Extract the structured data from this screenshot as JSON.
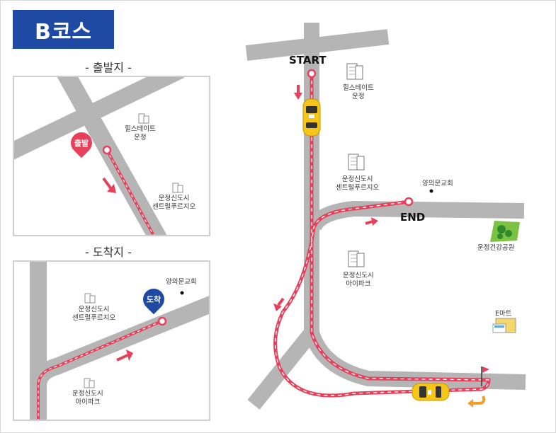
{
  "course_title": "B코스",
  "start_section": {
    "title": "- 출발지 -",
    "pin_label": "출발",
    "pin_color": "#e8405a",
    "building1": "힐스테이트\n운정",
    "building2": "운정신도시\n센트럴푸르지오"
  },
  "arrival_section": {
    "title": "- 도착지 -",
    "pin_label": "도착",
    "pin_color": "#1f4aa3",
    "church": "양의문교회",
    "building1": "운정신도시\n센트럴푸르지오",
    "building2": "운정신도시\n아이파크"
  },
  "main_map": {
    "start_label": "START",
    "end_label": "END",
    "hillstate": "힐스테이트\n운정",
    "central": "운정신도시\n센트럴푸르지오",
    "church": "양의문교회",
    "park": "운정건강공원",
    "ipark": "운정신도시\n아이파크",
    "emart": "E마트"
  },
  "colors": {
    "route": "#e8405a",
    "road": "#b5b5b5",
    "accent": "#1f4aa3",
    "taxi": "#f5c518"
  }
}
